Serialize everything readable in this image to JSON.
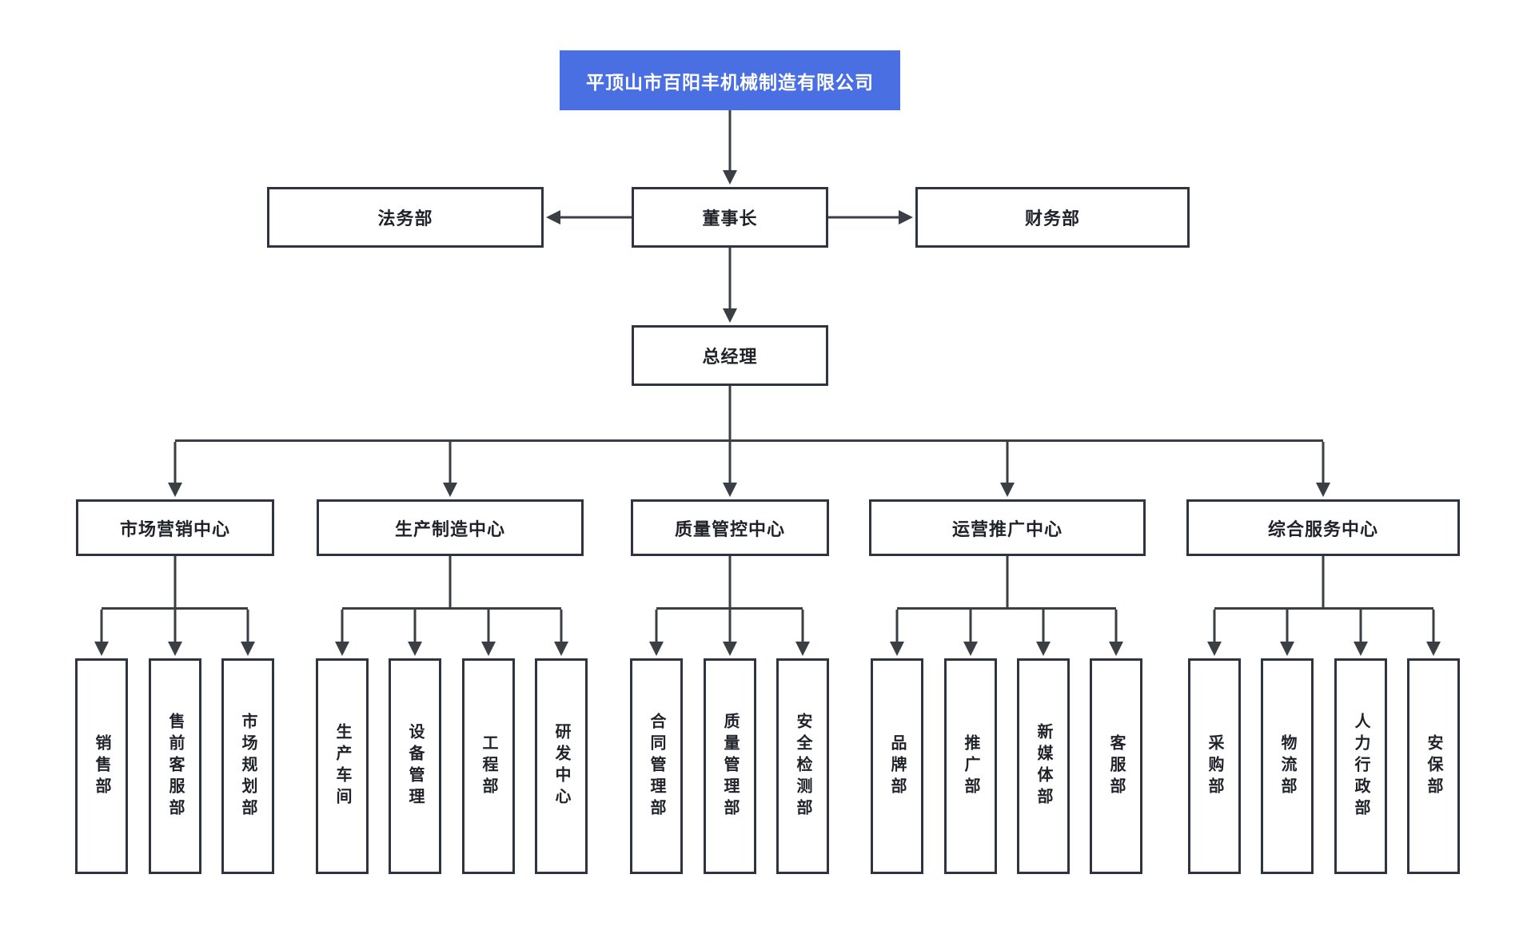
{
  "company": {
    "name": "平顶山市百阳丰机械制造有限公司"
  },
  "executive": {
    "legal": "法务部",
    "chairman": "董事长",
    "finance": "财务部",
    "general_manager": "总经理"
  },
  "centers": [
    {
      "label": "市场营销中心",
      "departments": [
        "销售部",
        "售前客服部",
        "市场规划部"
      ]
    },
    {
      "label": "生产制造中心",
      "departments": [
        "生产车间",
        "设备管理",
        "工程部",
        "研发中心"
      ]
    },
    {
      "label": "质量管控中心",
      "departments": [
        "合同管理部",
        "质量管理部",
        "安全检测部"
      ]
    },
    {
      "label": "运营推广中心",
      "departments": [
        "品牌部",
        "推广部",
        "新媒体部",
        "客服部"
      ]
    },
    {
      "label": "综合服务中心",
      "departments": [
        "采购部",
        "物流部",
        "人力行政部",
        "安保部"
      ]
    }
  ],
  "colors": {
    "root_bg": "#4A6FE3",
    "root_text": "#FFFFFF",
    "box_bg": "#FFFFFF",
    "box_border": "#2E3440",
    "line": "#3A3E45",
    "text": "#1F2329",
    "canvas_bg": "#FFFFFF"
  }
}
